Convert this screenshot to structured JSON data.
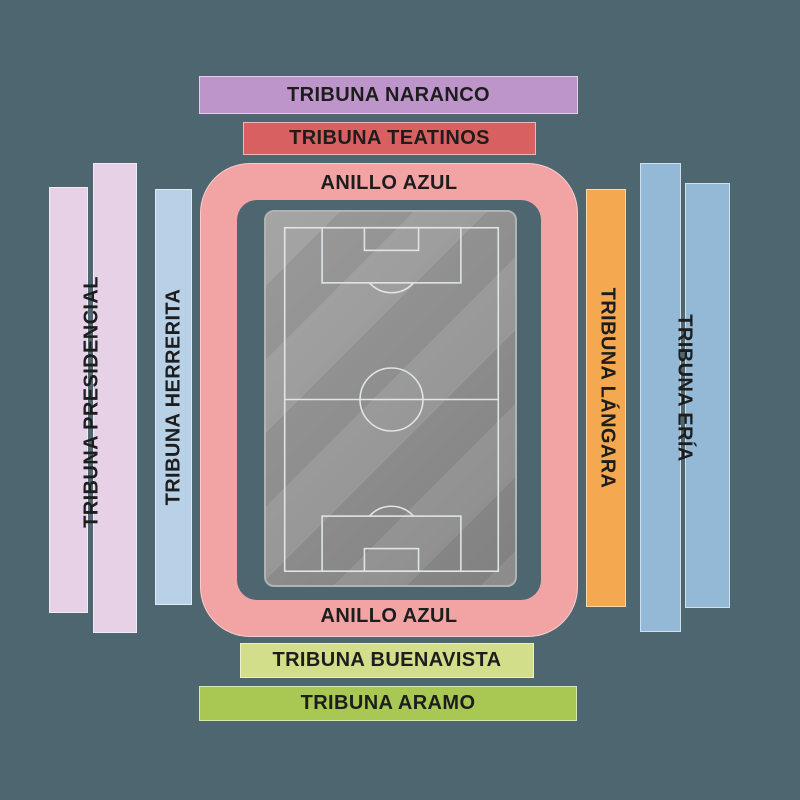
{
  "background_color": "#4d6670",
  "text_color": "#1d1d1d",
  "stands": {
    "naranco": {
      "label": "TRIBUNA NARANCO",
      "color": "#bd95ca"
    },
    "teatinos": {
      "label": "TRIBUNA TEATINOS",
      "color": "#d96060"
    },
    "anillo_azul": {
      "label_top": "ANILLO AZUL",
      "label_bottom": "ANILLO AZUL",
      "color": "#f2a3a4"
    },
    "presidencial": {
      "label": "TRIBUNA PRESIDENCIAL",
      "color": "#e6d1e6"
    },
    "herrerita": {
      "label": "TRIBUNA HERRERITA",
      "color": "#b8d1e6"
    },
    "langara": {
      "label": "TRIBUNA LÁNGARA",
      "color": "#f4a84f"
    },
    "eria": {
      "label": "TRIBUNA ERÍA",
      "color": "#93b9d7"
    },
    "buenavista": {
      "label": "TRIBUNA BUENAVISTA",
      "color": "#d3de8b"
    },
    "aramo": {
      "label": "TRIBUNA ARAMO",
      "color": "#a8c853"
    }
  },
  "pitch": {
    "turf_light": "#9b9b9b",
    "turf_dark": "#8f8f8f",
    "line_color": "#e0e5e6",
    "border_color": "#b2b2b2"
  }
}
